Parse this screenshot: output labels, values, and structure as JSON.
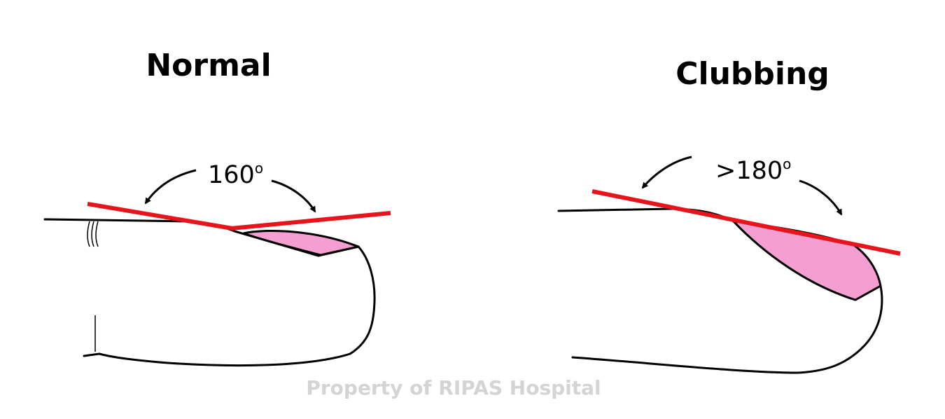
{
  "panels": {
    "normal": {
      "title": "Normal",
      "angle_value": "160",
      "angle_degree_mark": "o"
    },
    "clubbing": {
      "title": "Clubbing",
      "angle_value": ">180",
      "angle_degree_mark": "o"
    }
  },
  "watermark": "Property of RIPAS Hospital",
  "colors": {
    "angle_line": "#e8141b",
    "nail_fill": "#f59ed2",
    "outline": "#000000",
    "watermark": "#d4d4d4"
  }
}
